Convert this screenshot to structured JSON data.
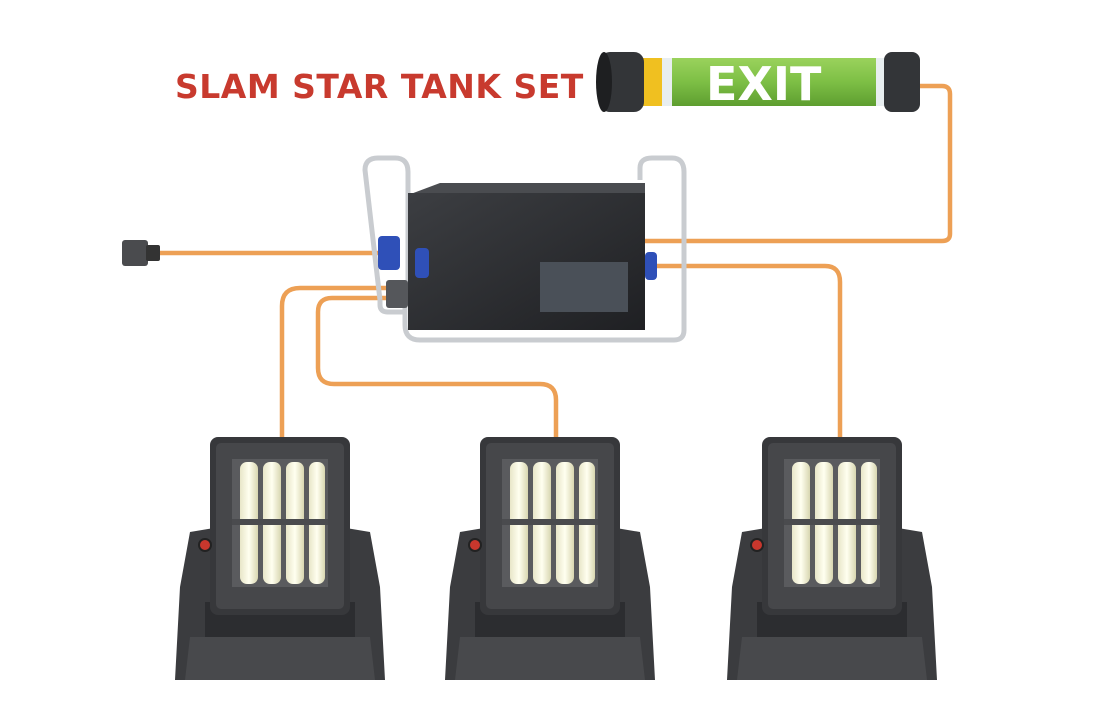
{
  "title": "SLAM STAR TANK SET",
  "exit_sign": {
    "label": "EXIT"
  },
  "colors": {
    "title": "#c83a2e",
    "cable": "#eda055",
    "exit_green": "#7dbf45",
    "exit_band": "#f0c020",
    "box": "#2e3033",
    "connector": "#2f50b8"
  },
  "components": {
    "lights_count": 3
  }
}
